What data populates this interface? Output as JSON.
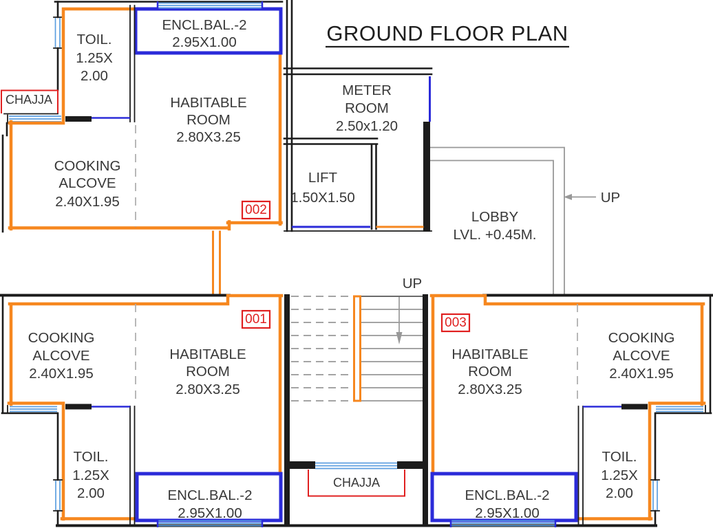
{
  "title": {
    "text": "GROUND FLOOR PLAN"
  },
  "core": {
    "meter_room": {
      "line1": "METER",
      "line2": "ROOM",
      "size": "2.50x1.20"
    },
    "lift": {
      "name": "LIFT",
      "size": "1.50X1.50"
    },
    "lobby": {
      "name": "LOBBY",
      "level": "LVL. +0.45M."
    },
    "stair_up_label": "UP",
    "entry_up_label": "UP",
    "chajja_label": "CHAJJA"
  },
  "units": {
    "unit002": {
      "number": "002",
      "chajja_label": "CHAJJA",
      "balcony": {
        "name": "ENCL.BAL.-2",
        "size": "2.95X1.00"
      },
      "toilet": {
        "name": "TOIL.",
        "size_line1": "1.25X",
        "size_line2": "2.00"
      },
      "habitable": {
        "line1": "HABITABLE",
        "line2": "ROOM",
        "size": "2.80X3.25"
      },
      "cooking": {
        "line1": "COOKING",
        "line2": "ALCOVE",
        "size": "2.40X1.95"
      }
    },
    "unit001": {
      "number": "001",
      "balcony": {
        "name": "ENCL.BAL.-2",
        "size": "2.95X1.00"
      },
      "toilet": {
        "name": "TOIL.",
        "size_line1": "1.25X",
        "size_line2": "2.00"
      },
      "habitable": {
        "line1": "HABITABLE",
        "line2": "ROOM",
        "size": "2.80X3.25"
      },
      "cooking": {
        "line1": "COOKING",
        "line2": "ALCOVE",
        "size": "2.40X1.95"
      }
    },
    "unit003": {
      "number": "003",
      "balcony": {
        "name": "ENCL.BAL.-2",
        "size": "2.95X1.00"
      },
      "toilet": {
        "name": "TOIL.",
        "size_line1": "1.25X",
        "size_line2": "2.00"
      },
      "habitable": {
        "line1": "HABITABLE",
        "line2": "ROOM",
        "size": "2.80X3.25"
      },
      "cooking": {
        "line1": "COOKING",
        "line2": "ALCOVE",
        "size": "2.40X1.95"
      }
    }
  },
  "colors": {
    "wall_black": "#1c1c1c",
    "unit_orange": "#f6871f",
    "balcony_blue": "#2b2bd9",
    "window_blue": "#5c9fe0",
    "annotation_red": "#e02020",
    "stair_gray": "#989898",
    "text_color": "#383838"
  }
}
